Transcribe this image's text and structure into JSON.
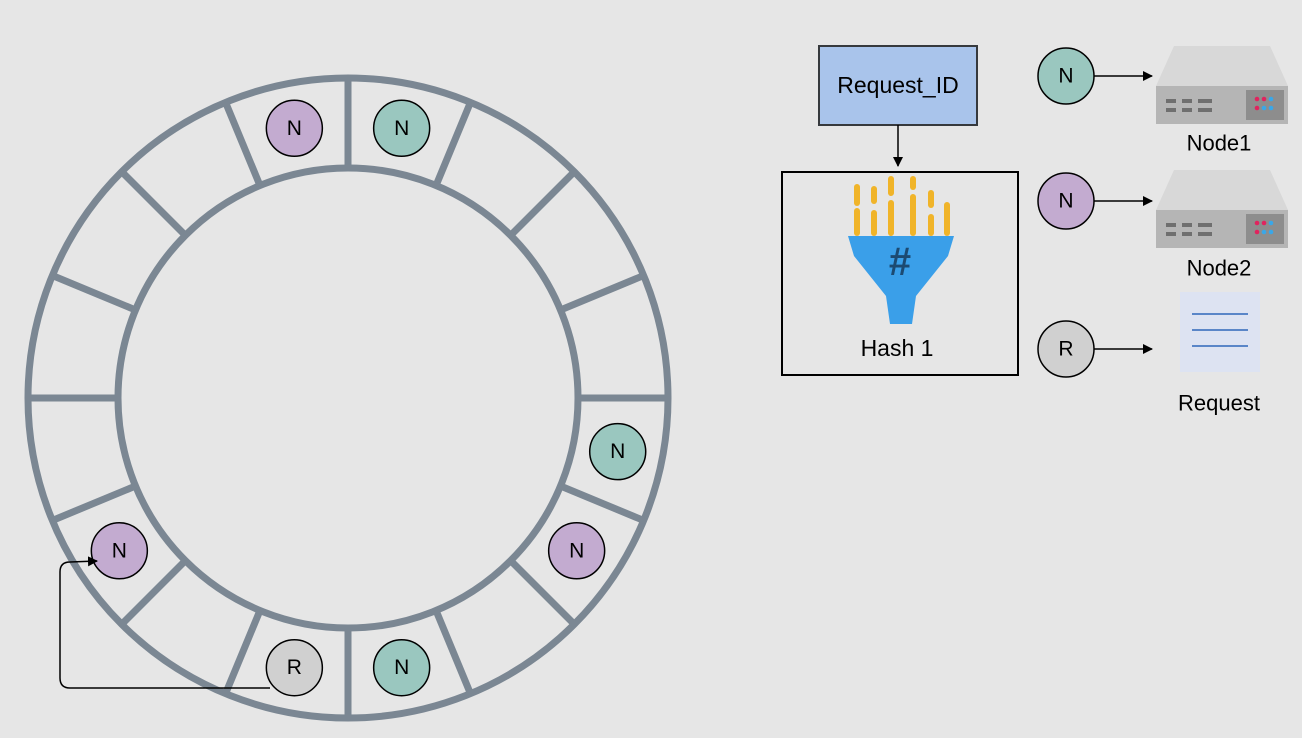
{
  "ring": {
    "segments": 16,
    "markers": [
      {
        "letter": "N",
        "kind": "node-teal",
        "slot": 0
      },
      {
        "letter": "N",
        "kind": "node-purple",
        "slot": 15
      },
      {
        "letter": "N",
        "kind": "node-teal",
        "slot": 4
      },
      {
        "letter": "N",
        "kind": "node-purple",
        "slot": 5
      },
      {
        "letter": "N",
        "kind": "node-teal",
        "slot": 7
      },
      {
        "letter": "R",
        "kind": "request",
        "slot": 8
      },
      {
        "letter": "N",
        "kind": "node-purple",
        "slot": 10
      }
    ]
  },
  "hash_flow": {
    "input_label": "Request_ID",
    "function_label": "Hash 1",
    "function_icon": "hash-funnel-icon"
  },
  "legend": [
    {
      "letter": "N",
      "kind": "node-teal",
      "icon": "server-icon",
      "label": "Node1"
    },
    {
      "letter": "N",
      "kind": "node-purple",
      "icon": "server-icon",
      "label": "Node2"
    },
    {
      "letter": "R",
      "kind": "request",
      "icon": "document-icon",
      "label": "Request"
    }
  ],
  "colors": {
    "background": "#e6e6e6",
    "ring_stroke": "#7b8793",
    "node_teal": "#9ac7bf",
    "node_purple": "#c3abd0",
    "request_gray": "#d0d0d0",
    "input_box": "#a9c4eb",
    "input_border": "#36393d",
    "funnel_blue": "#3a9fe9",
    "funnel_bars": "#f0b429",
    "server_body": "#b5b5b5",
    "document_bg": "#dde3f2",
    "document_lines": "#5a86c8"
  }
}
